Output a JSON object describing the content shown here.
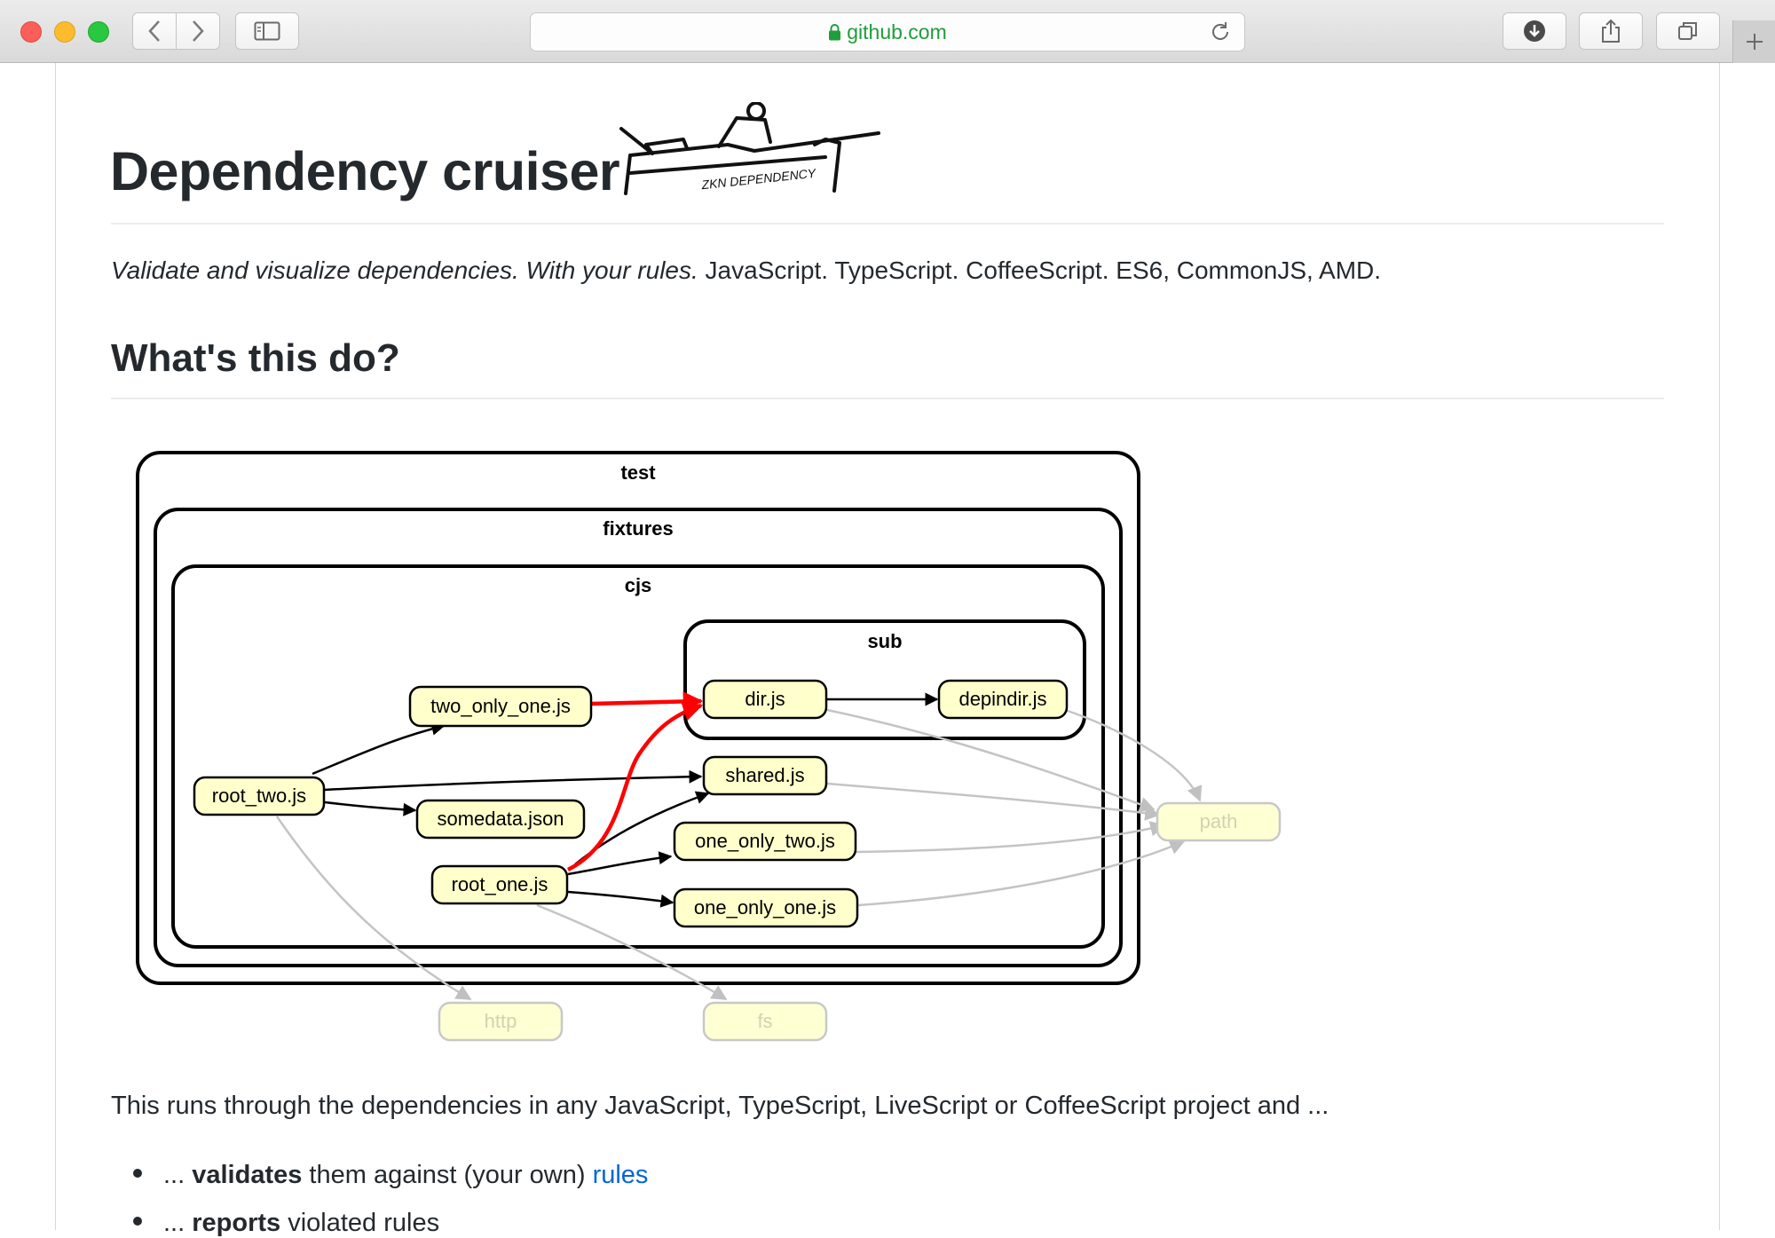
{
  "browser": {
    "url": "github.com",
    "icons": [
      "back-icon",
      "forward-icon",
      "sidebar-icon",
      "lock-icon",
      "reload-icon",
      "download-icon",
      "share-icon",
      "tabs-icon",
      "plus-icon"
    ]
  },
  "readme": {
    "title": "Dependency cruiser",
    "logo_text": "ZKN DEPENDENCY",
    "tagline_italic1": "Validate and visualize dependencies.",
    "tagline_italic2": "With your rules.",
    "tagline_rest": " JavaScript. TypeScript. CoffeeScript. ES6, CommonJS, AMD.",
    "section_heading": "What's this do?",
    "intro": "This runs through the dependencies in any JavaScript, TypeScript, LiveScript or CoffeeScript project and ...",
    "bullets": [
      {
        "prefix": "... ",
        "bold": "validates",
        "text": " them against (your own) ",
        "link": "rules"
      },
      {
        "prefix": "... ",
        "bold": "reports",
        "text": " violated rules",
        "link": ""
      }
    ]
  },
  "graph": {
    "clusters": [
      "test",
      "fixtures",
      "cjs",
      "sub"
    ],
    "nodes": {
      "two_only_one": "two_only_one.js",
      "root_two": "root_two.js",
      "somedata": "somedata.json",
      "root_one": "root_one.js",
      "dir": "dir.js",
      "depindir": "depindir.js",
      "shared": "shared.js",
      "one_only_two": "one_only_two.js",
      "one_only_one": "one_only_one.js",
      "path": "path",
      "http": "http",
      "fs": "fs"
    },
    "edges": [
      {
        "from": "root_two.js",
        "to": "two_only_one.js",
        "status": "ok"
      },
      {
        "from": "root_two.js",
        "to": "shared.js",
        "status": "ok"
      },
      {
        "from": "root_two.js",
        "to": "somedata.json",
        "status": "ok"
      },
      {
        "from": "root_two.js",
        "to": "http",
        "status": "core"
      },
      {
        "from": "two_only_one.js",
        "to": "dir.js",
        "status": "violation"
      },
      {
        "from": "root_one.js",
        "to": "dir.js",
        "status": "violation"
      },
      {
        "from": "root_one.js",
        "to": "shared.js",
        "status": "ok"
      },
      {
        "from": "root_one.js",
        "to": "one_only_two.js",
        "status": "ok"
      },
      {
        "from": "root_one.js",
        "to": "one_only_one.js",
        "status": "ok"
      },
      {
        "from": "root_one.js",
        "to": "fs",
        "status": "core"
      },
      {
        "from": "dir.js",
        "to": "depindir.js",
        "status": "ok"
      },
      {
        "from": "dir.js",
        "to": "path",
        "status": "core"
      },
      {
        "from": "depindir.js",
        "to": "path",
        "status": "core"
      },
      {
        "from": "shared.js",
        "to": "path",
        "status": "core"
      },
      {
        "from": "one_only_two.js",
        "to": "path",
        "status": "core"
      },
      {
        "from": "one_only_one.js",
        "to": "path",
        "status": "core"
      }
    ],
    "colors": {
      "node_fill": "#ffffcc",
      "core_fill": "#ffffcc",
      "ok_edge": "#000000",
      "violation_edge": "#ff0000",
      "core_edge": "#c0c0c0"
    }
  }
}
